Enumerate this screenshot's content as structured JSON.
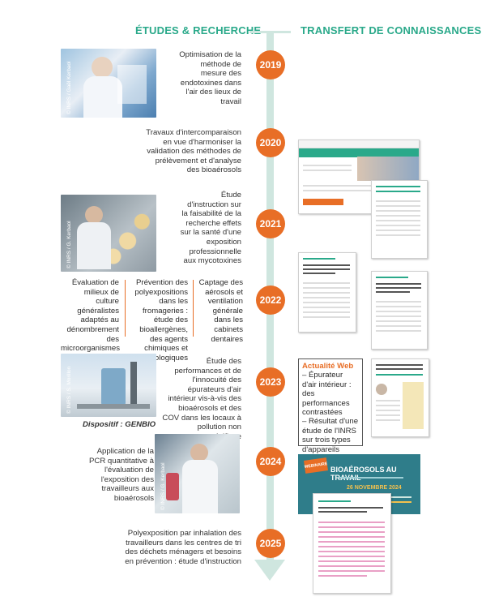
{
  "headers": {
    "left": "ÉTUDES & RECHERCHE",
    "right": "TRANSFERT DE CONNAISSANCES"
  },
  "years": [
    "2019",
    "2020",
    "2021",
    "2022",
    "2023",
    "2024",
    "2025"
  ],
  "items": {
    "y2019": "Optimisation de la méthode de mesure des endotoxines dans l'air des lieux de travail",
    "y2020": "Travaux d'intercomparaison en vue d'harmoniser la validation des méthodes de prélèvement et d'analyse des bioaérosols",
    "y2021": "Étude d'instruction sur la faisabilité de la recherche effets sur la santé d'une exposition professionnelle aux mycotoxines",
    "y2022a": "Évaluation de milieux de culture généralistes adaptés au dénombrement des microorganismes dans l'air des milieux de travail",
    "y2022b": "Prévention des polyexpositions dans les fromageries : étude des bioallergènes, des agents chimiques et biologiques",
    "y2022c": "Captage des aérosols et ventilation générale dans les cabinets dentaires",
    "y2023": "Étude des performances et de l'innocuité des épurateurs d'air intérieur vis-à-vis des bioaérosols et des COV dans les locaux à pollution non spécifique",
    "y2024": "Application de la PCR quantitative à l'évaluation de l'exposition des travailleurs aux bioaérosols",
    "y2025": "Polyexposition par inhalation des travailleurs dans les centres de tri des déchets ménagers et besoins en prévention : étude d'instruction"
  },
  "credits": {
    "p2019": "© INRS / Gaël Kerbaol",
    "p2021": "© INRS / G. Kerbaol",
    "p2023": "© INRS / S. Morillon",
    "p2024": "© INRS / G. Kerbaol"
  },
  "caption2023": "Dispositif : GENBIO",
  "news": {
    "title": "Actualité Web",
    "item1": "– Épurateur d'air intérieur : des performances contrastées",
    "item2": "– Résultat d'une étude de l'INRS sur trois types d'appareils"
  },
  "banner": {
    "title": "BIOAÉROSOLS AU TRAVAIL",
    "date": "26 NOVEMBRE 2024",
    "badge": "WEBINAIRE"
  },
  "colors": {
    "green": "#2aa98a",
    "orange": "#e86e26",
    "arrow": "#cfe6df"
  }
}
